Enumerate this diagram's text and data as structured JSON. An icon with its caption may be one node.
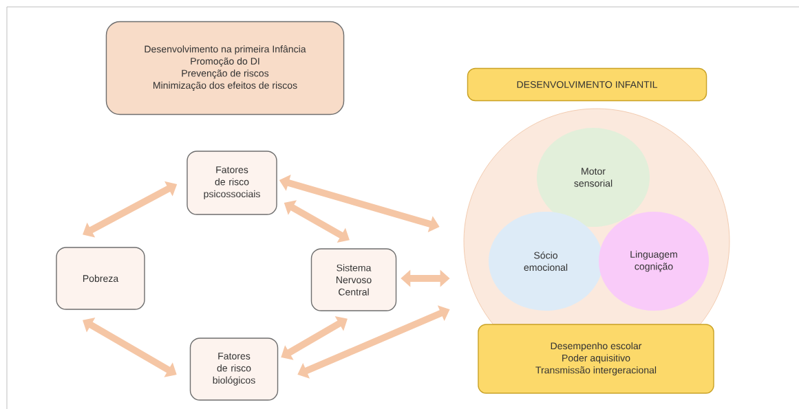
{
  "diagram": {
    "nodes": [
      {
        "text": [
          "Desenvolvimento na primeira Infância",
          "Promoção do DI",
          "Prevenção de riscos",
          "Minimização dos efeitos de riscos"
        ]
      },
      {
        "text": [
          "DESENVOLVIMENTO INFANTIL"
        ]
      },
      {
        "text": [
          "Fatores de risco psicossociais"
        ]
      },
      {
        "text": [
          "Pobreza"
        ]
      },
      {
        "text": [
          "Sistema Nervoso Central"
        ]
      },
      {
        "text": [
          "Fatores de risco biológicos"
        ]
      },
      {
        "text": [],
        "shape": "circle"
      },
      {
        "text": [
          "Motor sensorial"
        ],
        "in": 6
      },
      {
        "text": [
          "Sócio emocional"
        ],
        "in": 6
      },
      {
        "text": [
          "Linguagem cognição"
        ],
        "in": 6
      },
      {
        "text": [
          "Desempenho escolar",
          "Poder aquisitivo",
          "Transmissão intergeracional"
        ]
      }
    ],
    "edges": [
      {
        "from": 3,
        "to": 2,
        "arrow": "both"
      },
      {
        "from": 2,
        "to": 6,
        "arrow": "both"
      },
      {
        "from": 2,
        "to": 4,
        "arrow": "both"
      },
      {
        "from": 4,
        "to": 6,
        "arrow": "both"
      },
      {
        "from": 3,
        "to": 5,
        "arrow": "both"
      },
      {
        "from": 5,
        "to": 4,
        "arrow": "both"
      },
      {
        "from": 5,
        "to": 6,
        "arrow": "both"
      }
    ]
  }
}
